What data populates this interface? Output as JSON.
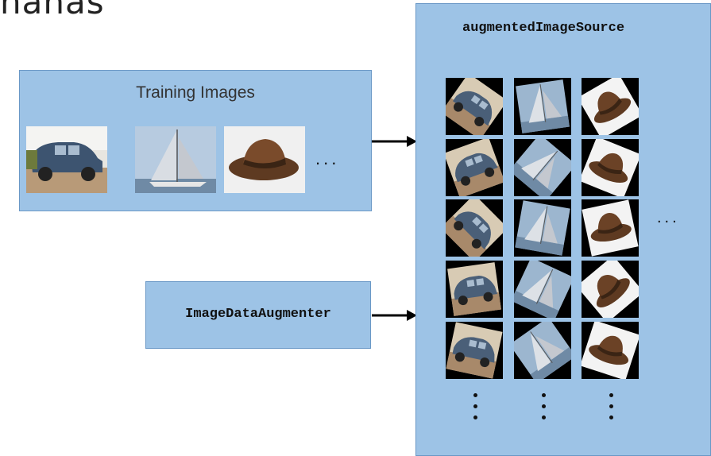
{
  "heading_fragment": "nanas",
  "training": {
    "title": "Training Images",
    "ellipsis": "..."
  },
  "augmenter": {
    "label": "ImageDataAugmenter"
  },
  "source": {
    "title": "augmentedImageSource",
    "ellipsis": "...",
    "grid": [
      [
        "car",
        "boat",
        "hat"
      ],
      [
        "car",
        "boat",
        "hat"
      ],
      [
        "car",
        "boat",
        "hat"
      ],
      [
        "car",
        "boat",
        "hat"
      ],
      [
        "car",
        "boat",
        "hat"
      ]
    ]
  },
  "colors": {
    "box_fill": "#9dc3e6",
    "box_border": "#6a98c6",
    "arrow": "#000000",
    "hat": "#6b4226",
    "car": "#4a5f78",
    "sky": "#9cb6cf"
  }
}
